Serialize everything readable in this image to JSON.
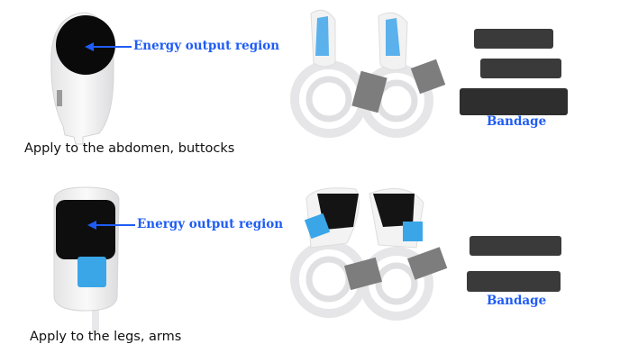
{
  "top_row": {
    "callout": "Energy output region",
    "accessory_label": "Bandage",
    "caption": "Apply to the abdomen, buttocks"
  },
  "bottom_row": {
    "callout": "Energy output region",
    "accessory_label": "Bandage",
    "caption": "Apply to the legs, arms"
  },
  "colors": {
    "label_blue": "#1f5cf5",
    "accent_blue": "#3aa6e8",
    "pad_black": "#111111",
    "strap_gray": "#3a3a3a"
  }
}
